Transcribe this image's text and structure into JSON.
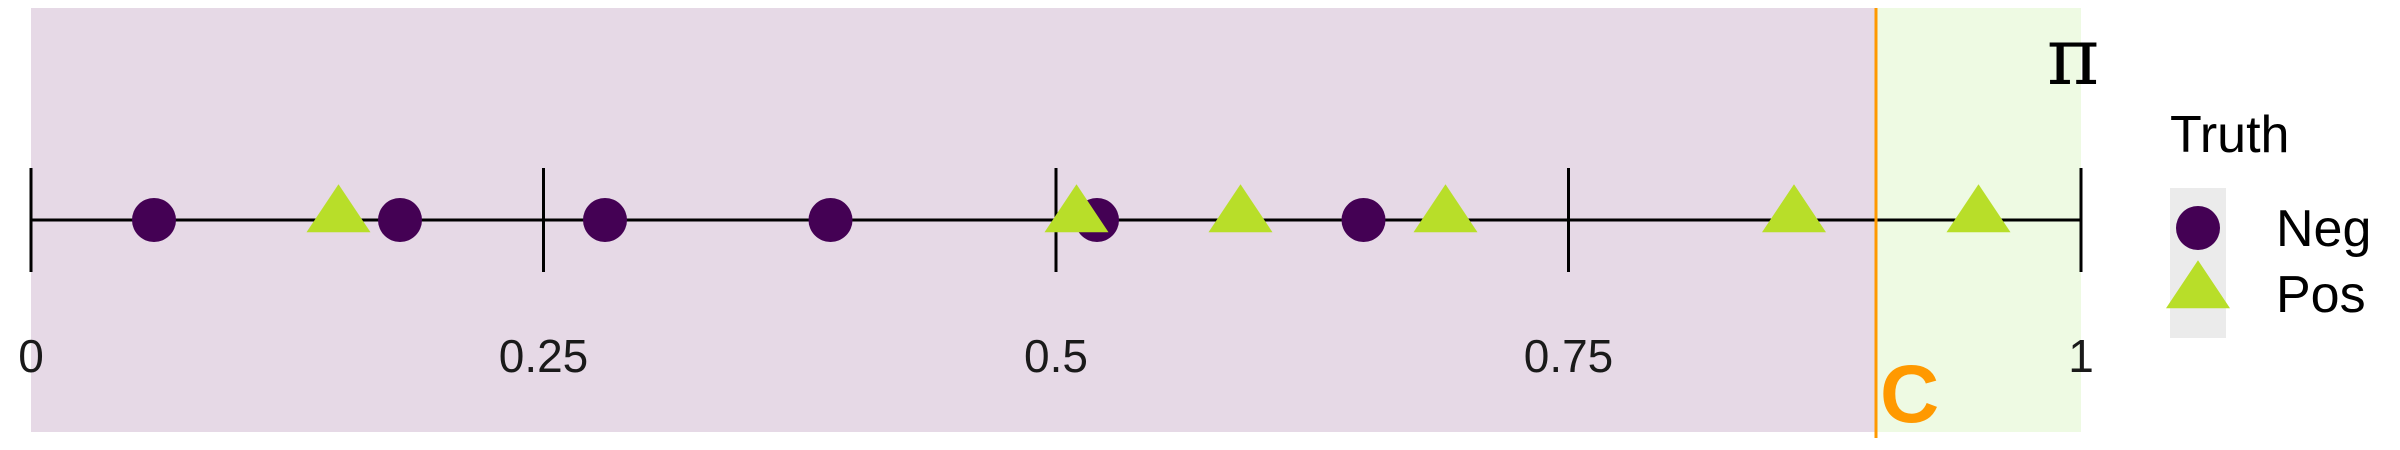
{
  "chart_data": {
    "type": "scatter",
    "title": "",
    "xlabel": "",
    "ylabel": "",
    "xlim": [
      0,
      1
    ],
    "x_ticks": [
      0,
      0.25,
      0.5,
      0.75,
      1
    ],
    "x_tick_labels": [
      "0",
      "0.25",
      "0.5",
      "0.75",
      "1"
    ],
    "corner_label": "π",
    "threshold": {
      "label": "C",
      "value": 0.9,
      "color": "#ff9900"
    },
    "regions": [
      {
        "from": 0,
        "to": 0.9,
        "color": "#e6d9e6"
      },
      {
        "from": 0.9,
        "to": 1,
        "color": "#eefae3"
      }
    ],
    "grid": false,
    "legend": {
      "title": "Truth",
      "position": "right",
      "entries": [
        {
          "label": "Neg",
          "shape": "circle",
          "color": "#440154"
        },
        {
          "label": "Pos",
          "shape": "triangle",
          "color": "#b8de29"
        }
      ]
    },
    "series": [
      {
        "name": "Neg",
        "shape": "circle",
        "color": "#440154",
        "x": [
          0.06,
          0.18,
          0.28,
          0.39,
          0.52,
          0.65
        ]
      },
      {
        "name": "Pos",
        "shape": "triangle",
        "color": "#b8de29",
        "x": [
          0.15,
          0.51,
          0.59,
          0.69,
          0.86,
          0.95
        ]
      }
    ]
  }
}
